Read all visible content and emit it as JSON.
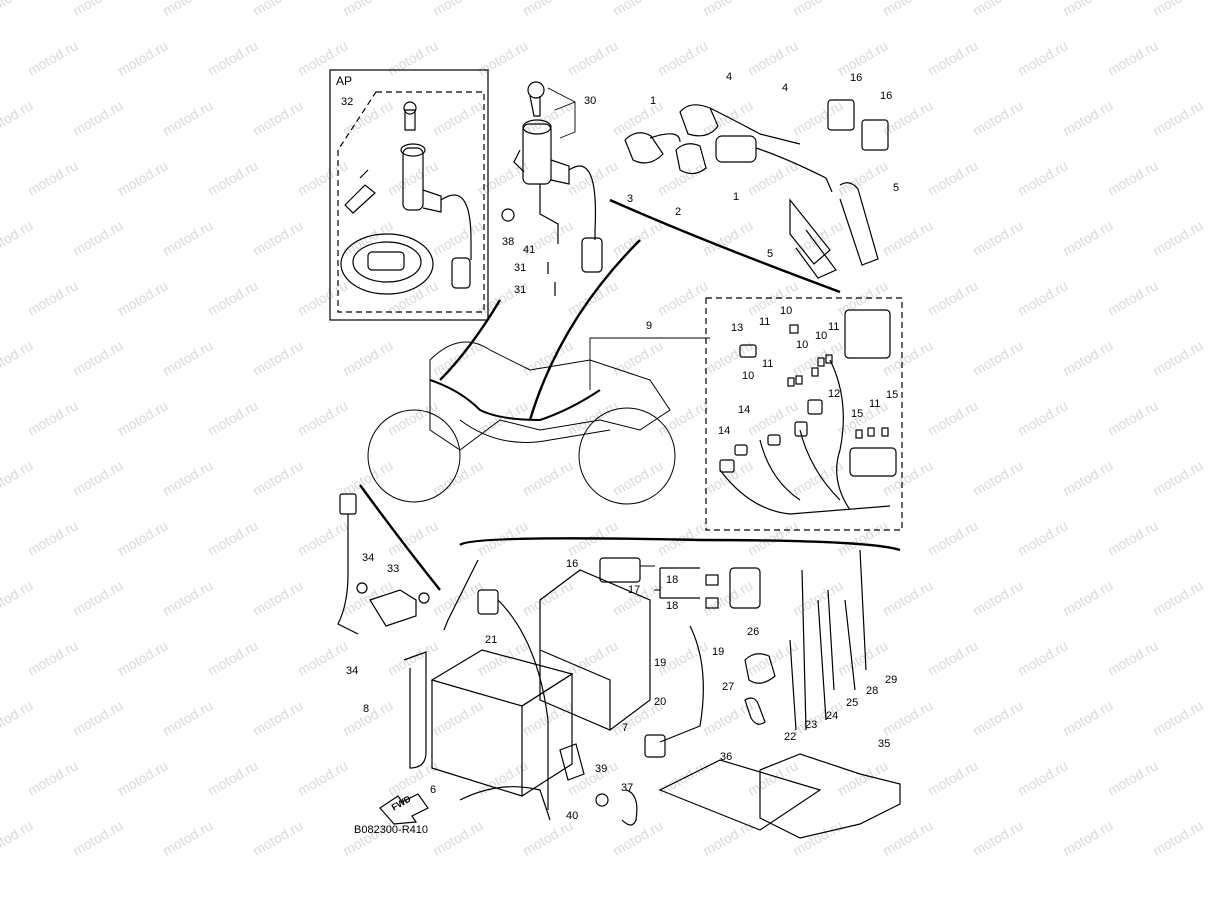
{
  "diagram": {
    "watermark": "motod.ru",
    "box_label": "AP",
    "doc_code": "B082300-R410",
    "fwd_label": "FWD",
    "part_labels": [
      {
        "id": "lbl-32",
        "text": "32"
      },
      {
        "id": "lbl-30",
        "text": "30"
      },
      {
        "id": "lbl-4a",
        "text": "4"
      },
      {
        "id": "lbl-4b",
        "text": "4"
      },
      {
        "id": "lbl-1a",
        "text": "1"
      },
      {
        "id": "lbl-1b",
        "text": "1"
      },
      {
        "id": "lbl-16a",
        "text": "16"
      },
      {
        "id": "lbl-16b",
        "text": "16"
      },
      {
        "id": "lbl-5a",
        "text": "5"
      },
      {
        "id": "lbl-5b",
        "text": "5"
      },
      {
        "id": "lbl-3",
        "text": "3"
      },
      {
        "id": "lbl-2",
        "text": "2"
      },
      {
        "id": "lbl-38",
        "text": "38"
      },
      {
        "id": "lbl-41",
        "text": "41"
      },
      {
        "id": "lbl-31a",
        "text": "31"
      },
      {
        "id": "lbl-31b",
        "text": "31"
      },
      {
        "id": "lbl-9",
        "text": "9"
      },
      {
        "id": "lbl-13",
        "text": "13"
      },
      {
        "id": "lbl-11a",
        "text": "11"
      },
      {
        "id": "lbl-10a",
        "text": "10"
      },
      {
        "id": "lbl-11b",
        "text": "11"
      },
      {
        "id": "lbl-10b",
        "text": "10"
      },
      {
        "id": "lbl-10c",
        "text": "10"
      },
      {
        "id": "lbl-11c",
        "text": "11"
      },
      {
        "id": "lbl-10d",
        "text": "10"
      },
      {
        "id": "lbl-12",
        "text": "12"
      },
      {
        "id": "lbl-14a",
        "text": "14"
      },
      {
        "id": "lbl-14b",
        "text": "14"
      },
      {
        "id": "lbl-15a",
        "text": "15"
      },
      {
        "id": "lbl-11d",
        "text": "11"
      },
      {
        "id": "lbl-15b",
        "text": "15"
      },
      {
        "id": "lbl-34a",
        "text": "34"
      },
      {
        "id": "lbl-33",
        "text": "33"
      },
      {
        "id": "lbl-34b",
        "text": "34"
      },
      {
        "id": "lbl-16c",
        "text": "16"
      },
      {
        "id": "lbl-18a",
        "text": "18"
      },
      {
        "id": "lbl-17",
        "text": "17"
      },
      {
        "id": "lbl-18b",
        "text": "18"
      },
      {
        "id": "lbl-21",
        "text": "21"
      },
      {
        "id": "lbl-19a",
        "text": "19"
      },
      {
        "id": "lbl-19b",
        "text": "19"
      },
      {
        "id": "lbl-26",
        "text": "26"
      },
      {
        "id": "lbl-27",
        "text": "27"
      },
      {
        "id": "lbl-8",
        "text": "8"
      },
      {
        "id": "lbl-7",
        "text": "7"
      },
      {
        "id": "lbl-20",
        "text": "20"
      },
      {
        "id": "lbl-22",
        "text": "22"
      },
      {
        "id": "lbl-23",
        "text": "23"
      },
      {
        "id": "lbl-24",
        "text": "24"
      },
      {
        "id": "lbl-25",
        "text": "25"
      },
      {
        "id": "lbl-28",
        "text": "28"
      },
      {
        "id": "lbl-29",
        "text": "29"
      },
      {
        "id": "lbl-6",
        "text": "6"
      },
      {
        "id": "lbl-39",
        "text": "39"
      },
      {
        "id": "lbl-36",
        "text": "36"
      },
      {
        "id": "lbl-35",
        "text": "35"
      },
      {
        "id": "lbl-37",
        "text": "37"
      },
      {
        "id": "lbl-40",
        "text": "40"
      }
    ]
  }
}
